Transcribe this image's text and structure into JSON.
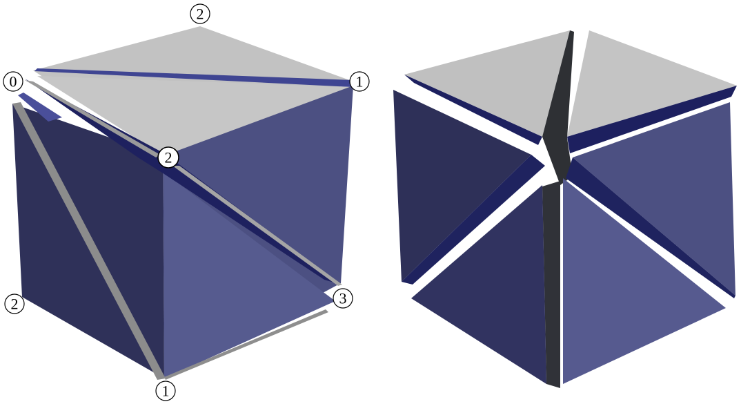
{
  "colors": {
    "top_face": "#bfbfbf",
    "top_face_light": "#c8c8c8",
    "left_face": "#2f3058",
    "left_face_light": "#383a68",
    "right_face": "#4b4f80",
    "right_face_light": "#5b5f93",
    "cut_blue": "#1c1f5e",
    "cut_blue_bright": "#3a3f8f",
    "cut_gray": "#8a8a8a",
    "dark_cut": "#2e3034",
    "background": "#ffffff"
  },
  "labels": {
    "left_top_2": "2",
    "left_0": "0",
    "left_top_1": "1",
    "left_center_2": "2",
    "left_side_2": "2",
    "left_3": "3",
    "left_bottom_1": "1"
  }
}
